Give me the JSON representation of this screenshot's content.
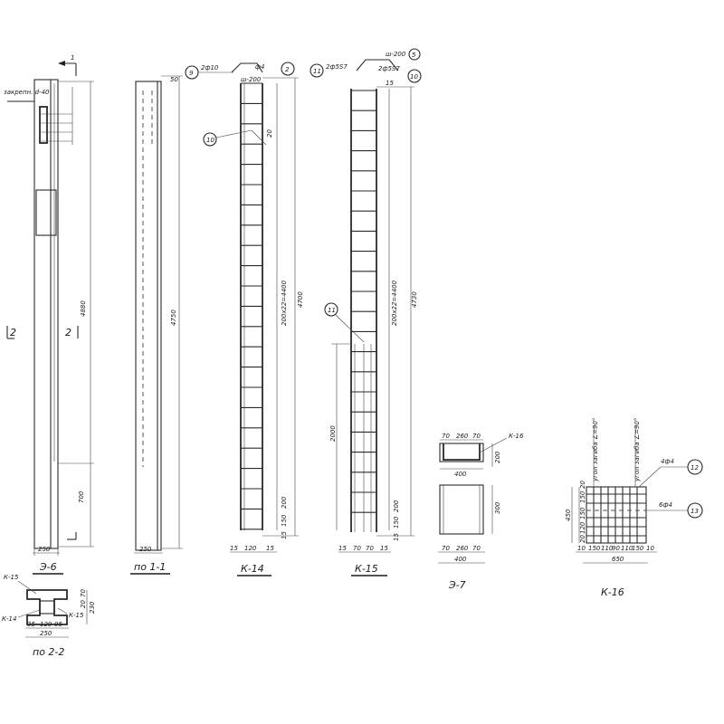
{
  "views": {
    "e6": {
      "title": "Э-6",
      "embed_note": "закрепн. d-40",
      "height": "4880",
      "bottom": "700",
      "width": "250",
      "section_mark": "1",
      "cut_left": "2",
      "cut_right": "2"
    },
    "po11": {
      "title": "по 1-1",
      "height": "4750",
      "top": "50",
      "width": "250"
    },
    "k14": {
      "title": "К-14",
      "pitch": "200x22=4400",
      "height": "4700",
      "width_dims": [
        "15",
        "120",
        "15"
      ],
      "bottom_dims": [
        "200",
        "150",
        "15"
      ],
      "pos_top_left": "9",
      "bar_top_left": "2ф10",
      "bar_top_mid": "ф4",
      "step_top": "ш-200",
      "pos_top_right": "2",
      "pos_callout": "10",
      "small_dim": "20"
    },
    "k15": {
      "title": "К-15",
      "pitch": "200x22=4400",
      "height": "4730",
      "lower_height": "2000",
      "width_dims": [
        "15",
        "70",
        "70",
        "15"
      ],
      "bottom_dims": [
        "200",
        "150",
        "15"
      ],
      "top_dim": "15",
      "pos_top_left": "11",
      "bar_top_left": "2ф5S7",
      "bar_top_right": "2ф5S7",
      "step_top": "ш-200",
      "pos_top_right": "10",
      "pos_callout": "11",
      "pos_corner": "5"
    },
    "e7": {
      "title": "Э-7",
      "top_dims": [
        "70",
        "260",
        "70"
      ],
      "label": "К-16",
      "width": "400",
      "depth": "200",
      "height": "300",
      "bottom_dims": [
        "70",
        "260",
        "70"
      ],
      "bottom_width": "400"
    },
    "k16": {
      "title": "К-16",
      "height": "450",
      "left_dims": [
        "20",
        "150",
        "150",
        "120",
        "20"
      ],
      "bottom_dims": [
        "10",
        "150",
        "110",
        "90",
        "110",
        "150",
        "10"
      ],
      "width": "650",
      "bend_note_1": "угол загиба ∠=90°",
      "bend_note_2": "угол загиба ∠=90°",
      "bar1": "4ф4",
      "pos1": "12",
      "bar2": "6ф4",
      "pos2": "13"
    },
    "po22": {
      "title": "по 2-2",
      "labels": [
        "К-15",
        "К-14",
        "К-15"
      ],
      "dims_right": [
        "70",
        "20",
        "230"
      ],
      "dims_bottom": [
        "35",
        "120",
        "95"
      ],
      "width": "250"
    }
  }
}
